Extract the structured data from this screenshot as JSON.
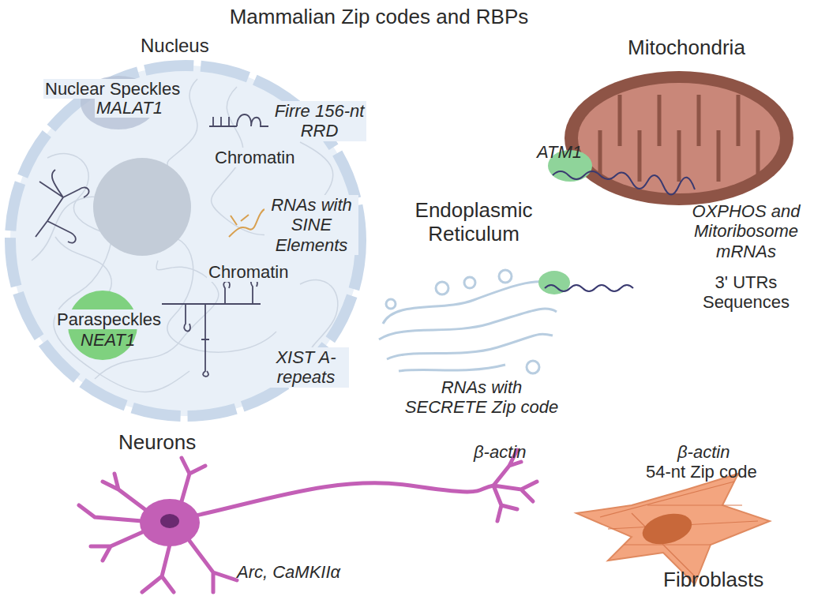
{
  "diagram": {
    "title": "Mammalian Zip codes and RBPs",
    "nodes": [
      {
        "text": [
          "Nucleus",
          "Nuclear Speckles",
          "MALAT1",
          "Firre 156-nt RRD",
          "Chromatin",
          "RNAs with SINE Elements",
          "Chromatin",
          "Paraspeckles",
          "NEAT1",
          "XIST A-repeats"
        ]
      },
      {
        "text": [
          "Mitochondria",
          "ATM1",
          "OXPHOS and Mitoribosome mRNAs",
          "3' UTRs Sequences"
        ]
      },
      {
        "text": [
          "Endoplasmic Reticulum",
          "RNAs with SECRETE Zip code"
        ]
      },
      {
        "text": [
          "Neurons",
          "β-actin",
          "Arc, CaMKIIα"
        ]
      },
      {
        "text": [
          "β-actin",
          "54-nt Zip code",
          "Fibroblasts"
        ]
      }
    ]
  }
}
